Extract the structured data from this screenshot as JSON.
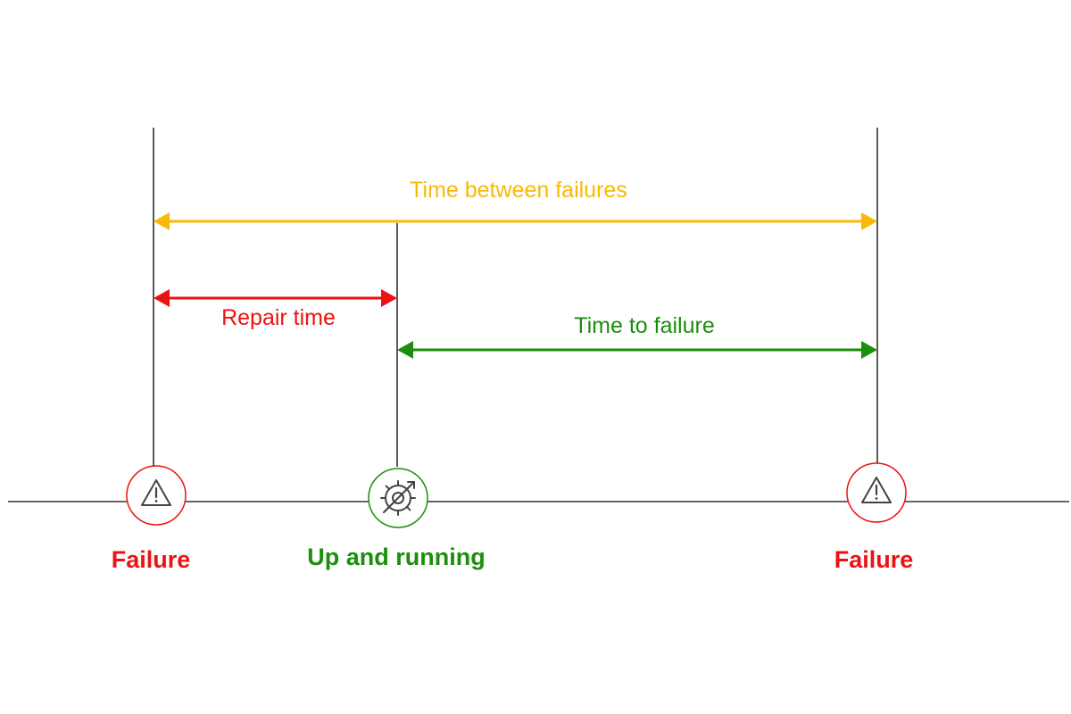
{
  "colors": {
    "timeline": "#333333",
    "between": "#F9B908",
    "repair": "#EE1111",
    "to_failure": "#1B8E0C",
    "failure": "#EE1111",
    "running": "#1B8E0C",
    "icon_stroke": "#444444"
  },
  "spans": {
    "between": {
      "label": "Time between failures"
    },
    "repair": {
      "label": "Repair time"
    },
    "to_failure": {
      "label": "Time to failure"
    }
  },
  "events": [
    {
      "label": "Failure",
      "icon": "warning-icon"
    },
    {
      "label": "Up and running",
      "icon": "gear-icon"
    },
    {
      "label": "Failure",
      "icon": "warning-icon"
    }
  ]
}
